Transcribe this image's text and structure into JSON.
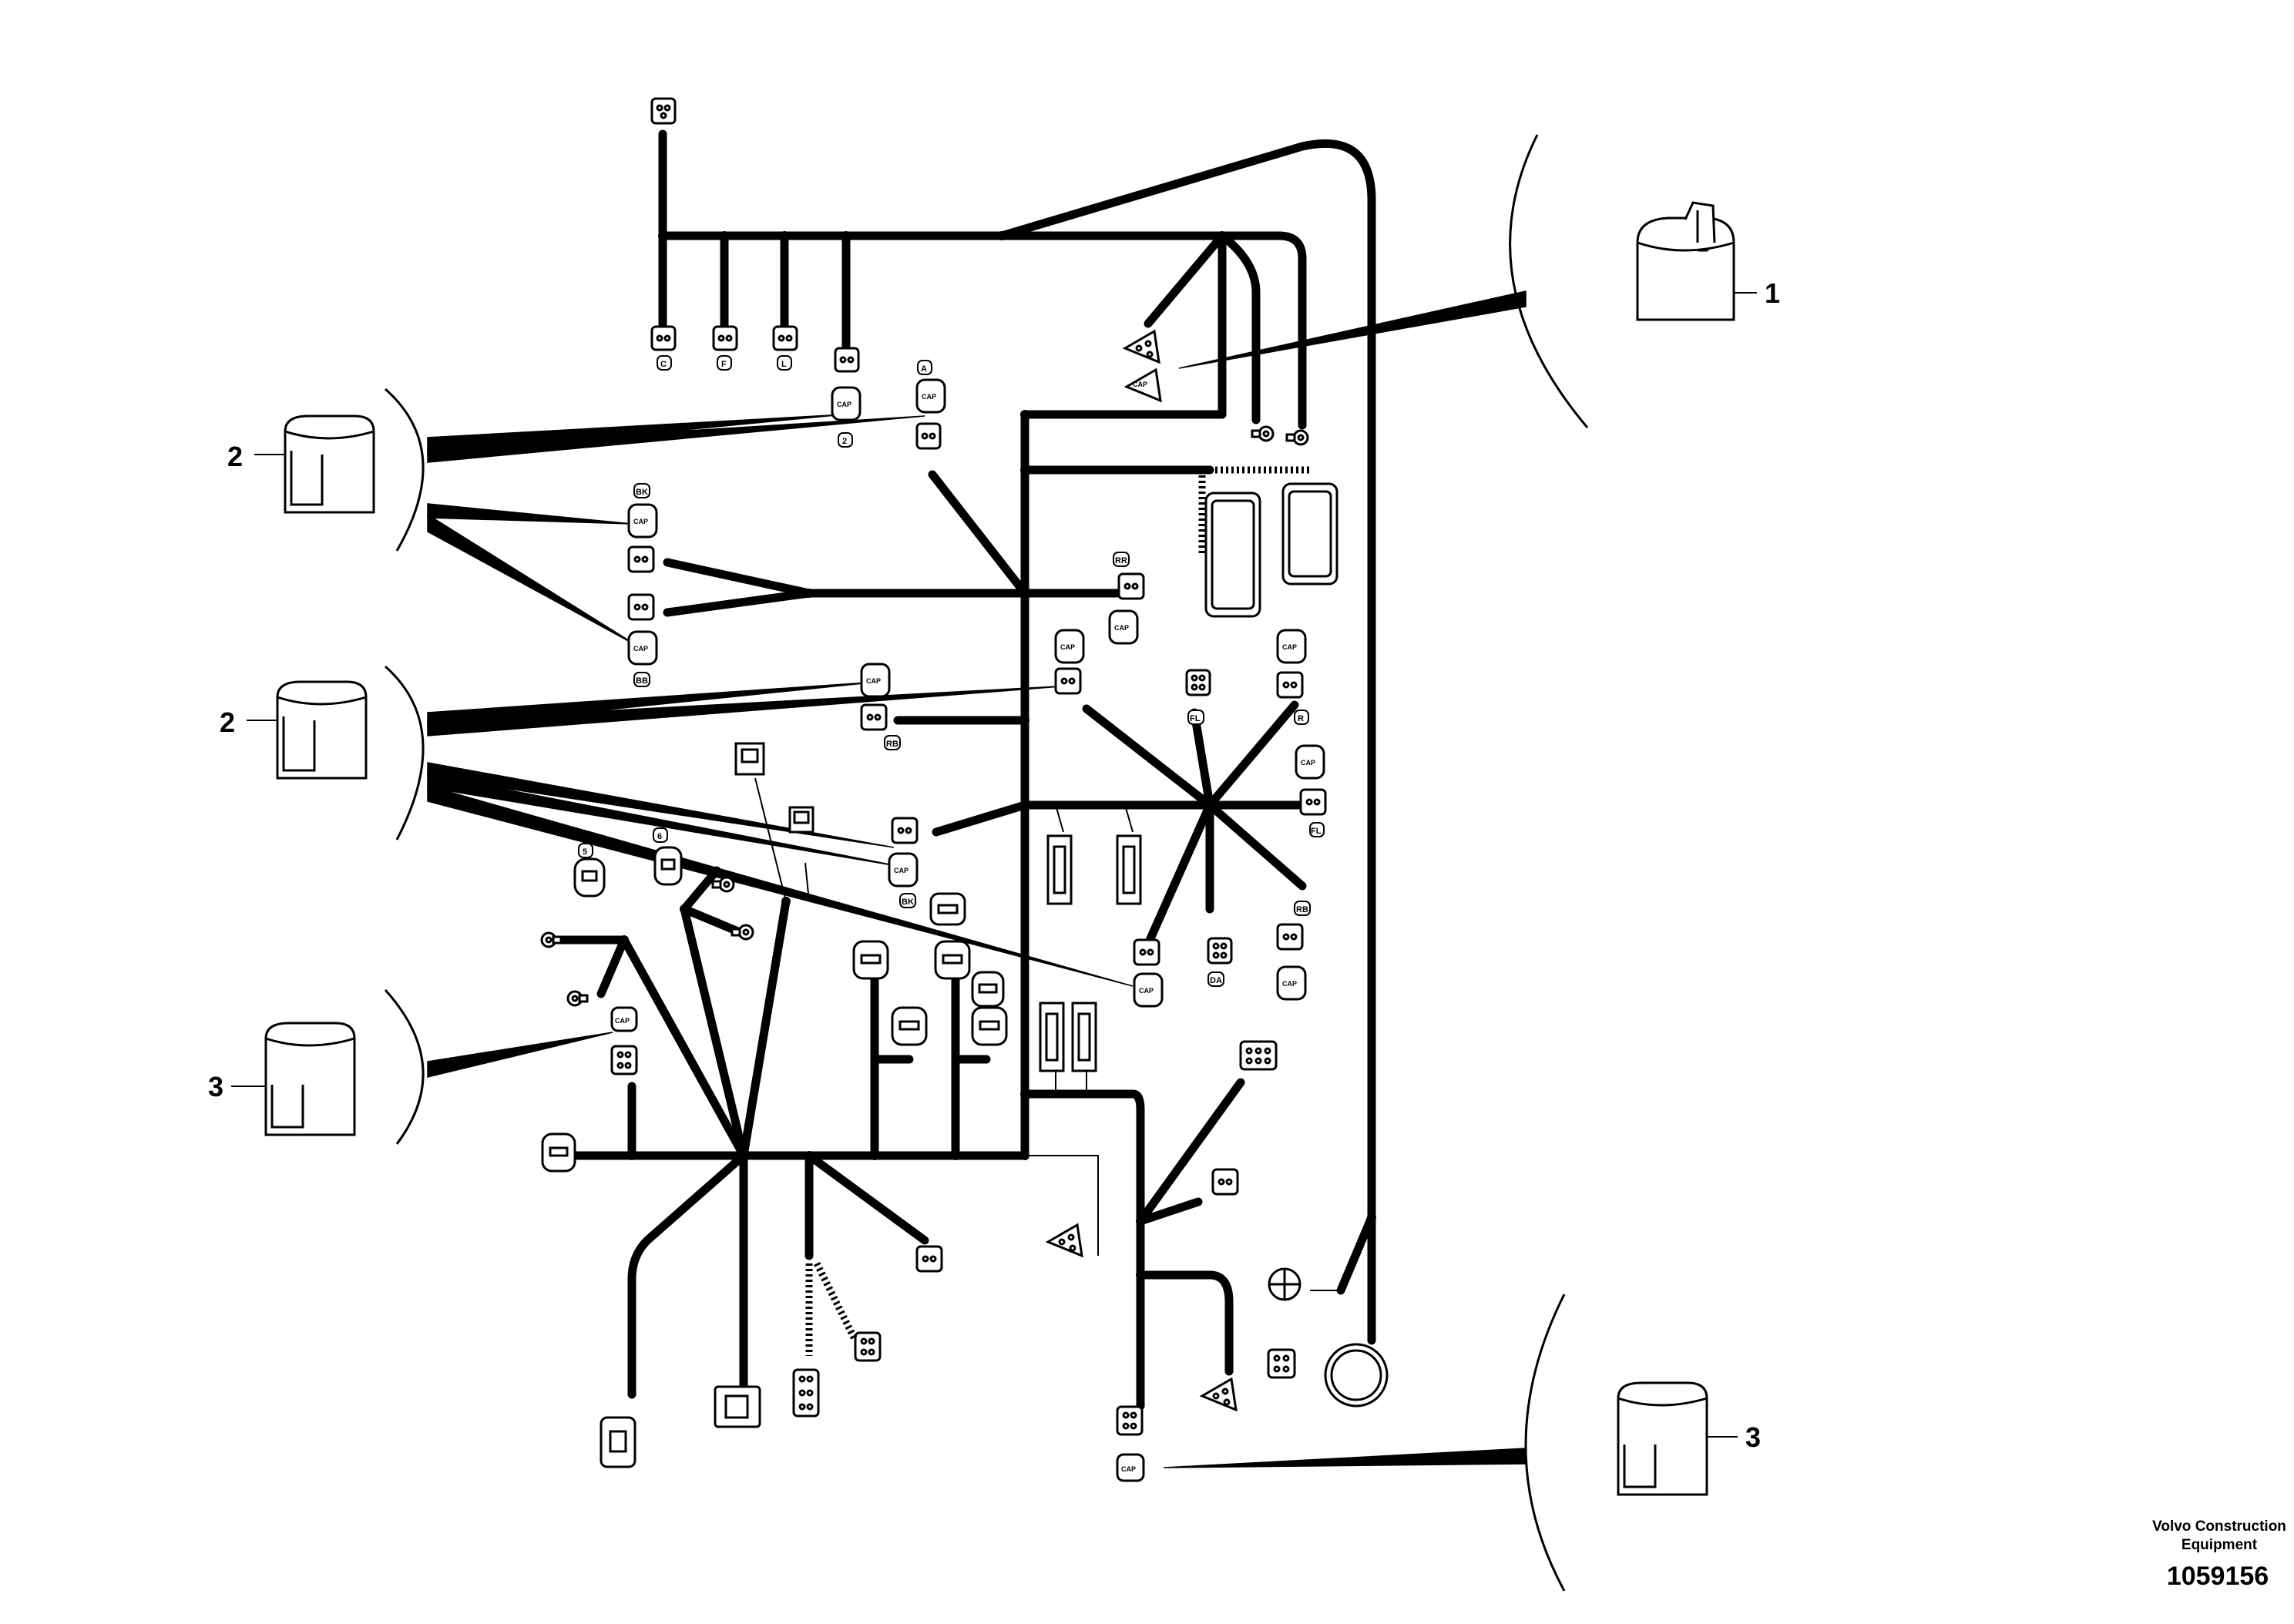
{
  "callouts": {
    "c1": "1",
    "c2a": "2",
    "c2b": "2",
    "c3a": "3",
    "c3b": "3"
  },
  "connector_tags": {
    "cap": "CAP",
    "t_c": "C",
    "t_f": "F",
    "t_l": "L",
    "t_a": "A",
    "t_2": "2",
    "t_bk": "BK",
    "t_bb": "BB",
    "t_rr": "RR",
    "t_r2": "RB",
    "t_r3": "R",
    "t_fl": "FL",
    "t_5": "5",
    "t_6": "6",
    "t_da": "DA"
  },
  "footer": {
    "company_line1": "Volvo Construction",
    "company_line2": "Equipment",
    "part_number": "1059156"
  },
  "colors": {
    "ink": "#000000",
    "paper": "#ffffff"
  }
}
